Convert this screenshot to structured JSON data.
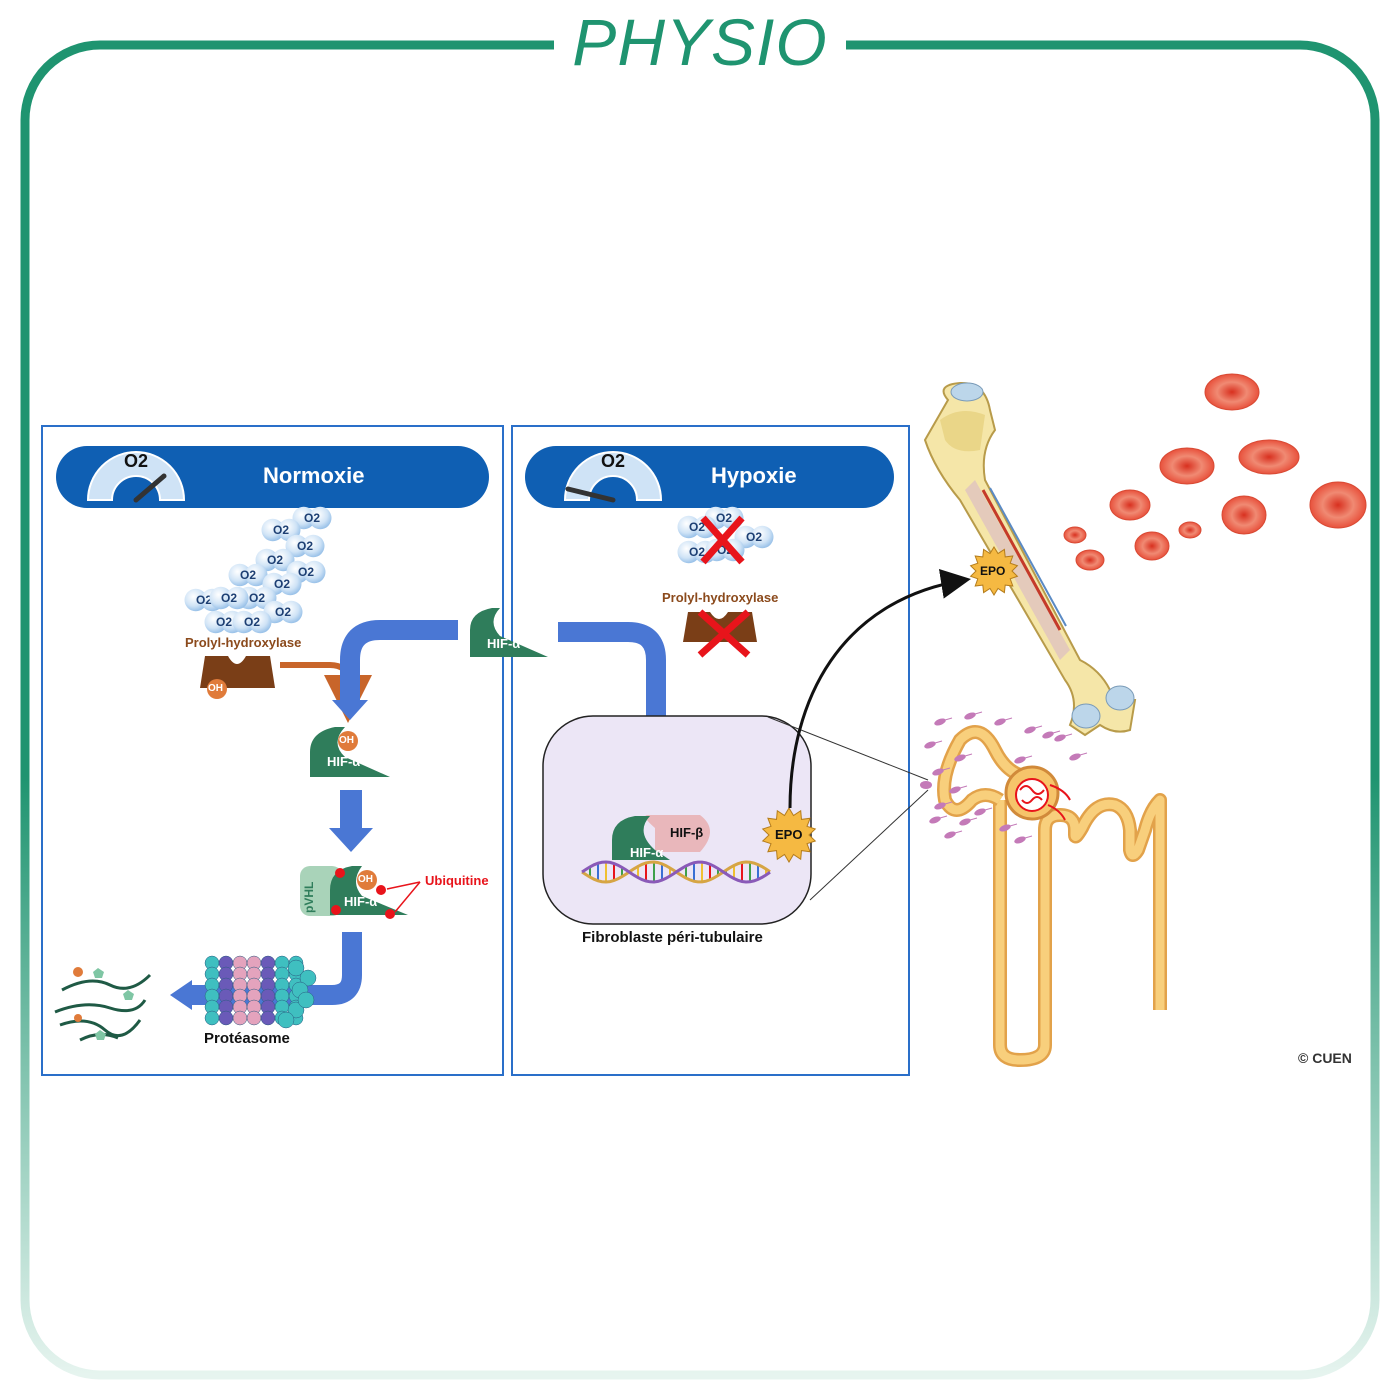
{
  "header": {
    "title": "PHYSIO"
  },
  "colors": {
    "frame": "#1f9470",
    "panel_border": "#2a6fc9",
    "banner": "#0f5fb3",
    "arrow_blue": "#4a77d4",
    "hif": "#2f7d5b",
    "enzyme": "#8b4a1c",
    "oh": "#e07b3a",
    "ubiquitine": "#e8141b",
    "epo": "#f5b942",
    "rbc": "#e8513c",
    "nephron": "#f6c46a"
  },
  "normoxie": {
    "title": "Normoxie",
    "gauge_label": "O2",
    "o2_label": "O2",
    "enzyme_label": "Prolyl-hydroxylase",
    "oh_label": "OH",
    "hif_alpha": "HIF-α",
    "pvhl": "pVHL",
    "ubiquitine": "Ubiquitine",
    "proteasome": "Protéasome"
  },
  "hypoxie": {
    "title": "Hypoxie",
    "gauge_label": "O2",
    "o2_label": "O2",
    "enzyme_label": "Prolyl-hydroxylase",
    "hif_alpha": "HIF-α",
    "hif_beta": "HIF-β",
    "epo": "EPO",
    "cell_label": "Fibroblaste péri-tubulaire"
  },
  "shared": {
    "hif_alpha": "HIF-α"
  },
  "bone": {
    "epo": "EPO"
  },
  "copyright": "© CUEN"
}
